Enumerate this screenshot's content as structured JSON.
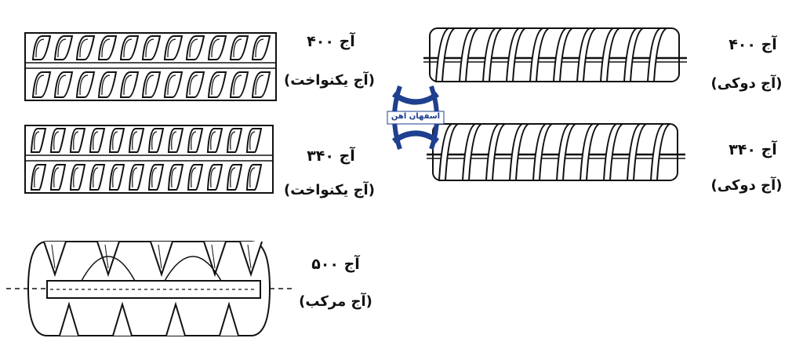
{
  "panels": [
    {
      "id": "ribbed-400-single",
      "grade": "آج ۴۰۰",
      "variant": "(آج یکنواخت)"
    },
    {
      "id": "ribbed-340-single",
      "grade": "آج ۳۴۰",
      "variant": "(آج یکنواخت)"
    },
    {
      "id": "ribbed-500-composite",
      "grade": "آج ۵۰۰",
      "variant": "(آج مرکب)"
    },
    {
      "id": "ribbed-400-double",
      "grade": "آج ۴۰۰",
      "variant": "(آج دوکی)"
    },
    {
      "id": "ribbed-340-double",
      "grade": "آج ۳۴۰",
      "variant": "(آج دوکی)"
    }
  ],
  "watermark": {
    "text": "اسفهان آهن",
    "color": "#1f3f8f"
  }
}
